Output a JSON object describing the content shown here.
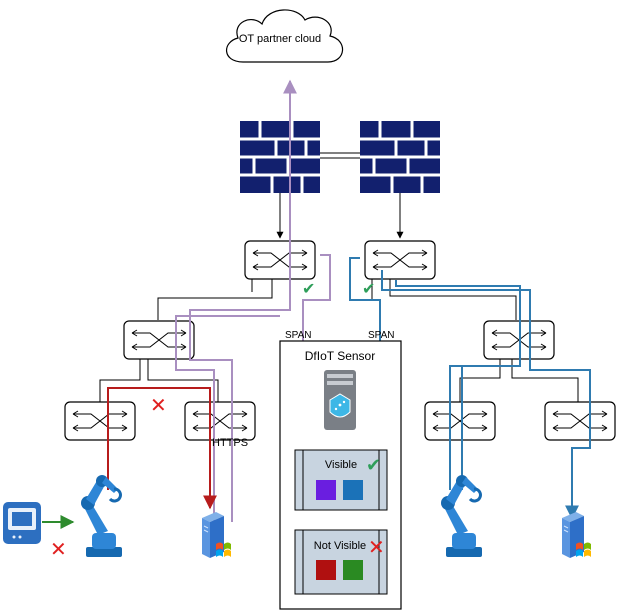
{
  "labels": {
    "cloud": "OT partner cloud",
    "span_left": "SPAN",
    "span_right": "SPAN",
    "https": "HTTPS",
    "sensor": "DfIoT Sensor",
    "visible": "Visible",
    "not_visible": "Not Visible"
  },
  "colors": {
    "purple_path": "#a98fc0",
    "blue_path": "#2f7bb0",
    "red_path": "#b71c1c",
    "green_arrow": "#2e8b2e",
    "firewall": "#12206e",
    "check": "#2e9e5a",
    "cross": "#e02020",
    "device_visible_1": "#6a1ee0",
    "device_visible_2": "#1b72b8",
    "device_hidden_1": "#b01010",
    "device_hidden_2": "#2a8a22"
  },
  "icons": [
    "cloud-icon",
    "firewall-icon",
    "switch-icon",
    "sensor-server-icon",
    "robot-arm-icon",
    "windows-server-icon",
    "plc-device-icon",
    "check-icon",
    "cross-icon"
  ]
}
